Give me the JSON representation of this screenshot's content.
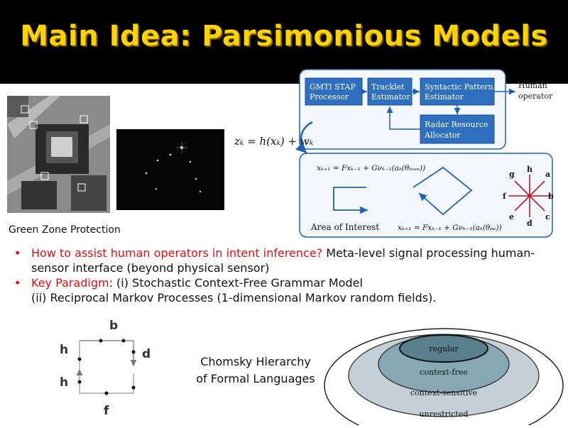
{
  "slide": {
    "title": "Main Idea: Parsimonious Models",
    "caption_green_zone": "Green Zone Protection",
    "bullet1": {
      "red": "How to assist human operators in intent inference?",
      "rest": " Meta-level signal processing human-sensor interface (beyond physical sensor)"
    },
    "bullet2": {
      "red": "Key Paradigm",
      "rest": ": (i) Stochastic  Context-Free  Grammar  Model",
      "line2": "(ii) Reciprocal Markov Processes (1-dimensional Markov random fields)."
    },
    "chomsky_line1": "Chomsky Hierarchy",
    "chomsky_line2": "of Formal Languages"
  },
  "block_diagram": {
    "gmti": [
      "GMTI STAP",
      "Processor"
    ],
    "tracklet": [
      "Tracklet",
      "Estimator"
    ],
    "syntactic": [
      "Syntactic Pattern",
      "Estimator"
    ],
    "radar": [
      "Radar Resource",
      "Allocator"
    ],
    "human": [
      "Human",
      "operator"
    ],
    "zk_eq": "zₖ = h(xₖ) + wₖ",
    "eq_top": "xₖ₊₁ = Fxₖ₋₁ + Gνₖ₋₁(aₖ(θₜₑₑₑ))",
    "eq_bottom": "xₖ₊₁ = Fxₖ₋₁ + Gνₖ₋₁(aₖ(θₚₑ))",
    "area_label": "Area of Interest",
    "compass": {
      "h": "h",
      "a": "a",
      "b": "b",
      "c": "c",
      "d": "d",
      "e": "e",
      "f": "f",
      "g": "g"
    }
  },
  "square_diagram": {
    "b": "b",
    "d": "d",
    "h1": "h",
    "h2": "h",
    "f": "f"
  },
  "hierarchy": {
    "regular": "regular",
    "context_free": "context-free",
    "context_sensitive": "context-sensitive",
    "unrestricted": "unrestricted"
  }
}
